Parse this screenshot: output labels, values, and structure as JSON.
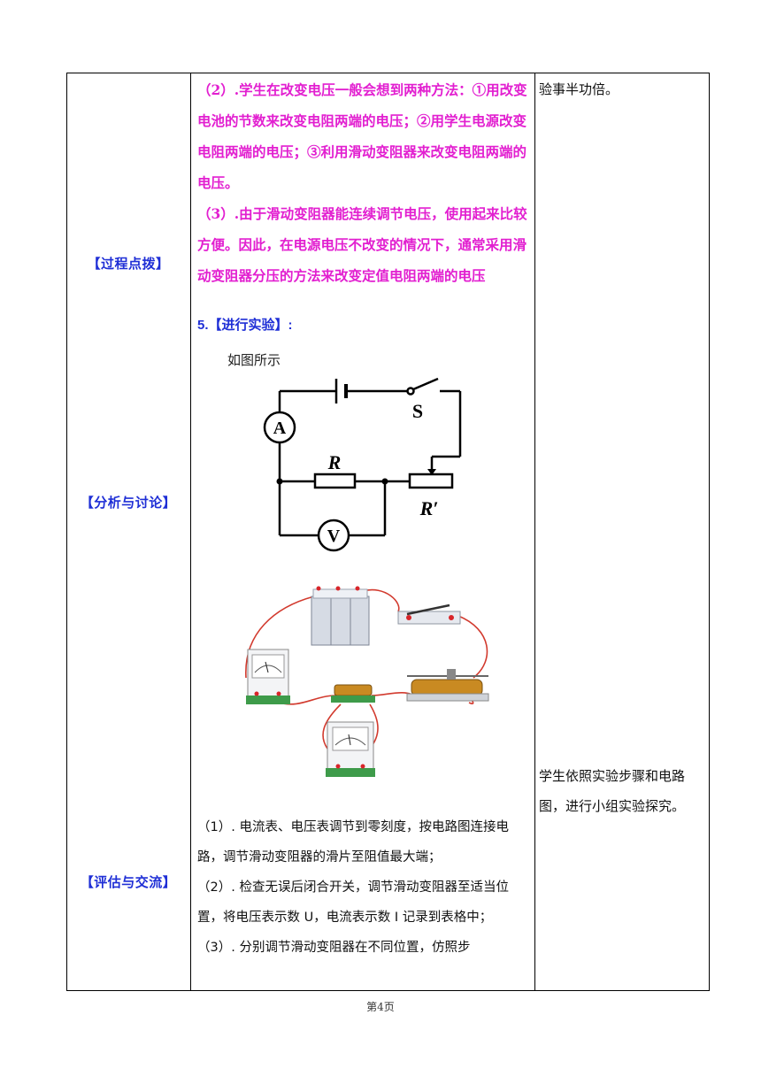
{
  "labels": {
    "process": "【过程点拨】",
    "analysis": "【分析与讨论】",
    "evaluation": "【评估与交流】"
  },
  "process_text": {
    "p2": "（2）.学生在改变电压一般会想到两种方法：①用改变电池的节数来改变电阻两端的电压；②用学生电源改变电阻两端的电压；③利用滑动变阻器来改变电阻两端的电压。",
    "p3": "（3）.由于滑动变阻器能连续调节电压，使用起来比较方便。因此，在电源电压不改变的情况下，通常采用滑动变阻器分压的方法来改变定值电阻两端的电压"
  },
  "experiment_heading": "5.【进行实验】:",
  "figure_caption": "如图所示",
  "circuit": {
    "ammeter": "A",
    "voltmeter": "V",
    "switch": "S",
    "resistor": "R",
    "rheostat": "R′"
  },
  "steps": {
    "s1": "（1）. 电流表、电压表调节到零刻度，按电路图连接电路，调节滑动变阻器的滑片至阻值最大端；",
    "s2": "（2）. 检查无误后闭合开关，调节滑动变阻器至适当位置，将电压表示数 U，电流表示数 I 记录到表格中；",
    "s3": "（3）. 分别调节滑动变阻器在不同位置，仿照步"
  },
  "right_column": {
    "top": "验事半功倍。",
    "bottom": "学生依照实验步骤和电路图，进行小组实验探究。"
  },
  "footer": "第4页",
  "colors": {
    "label_blue": "#1f2fd6",
    "pink": "#e21fd0"
  }
}
